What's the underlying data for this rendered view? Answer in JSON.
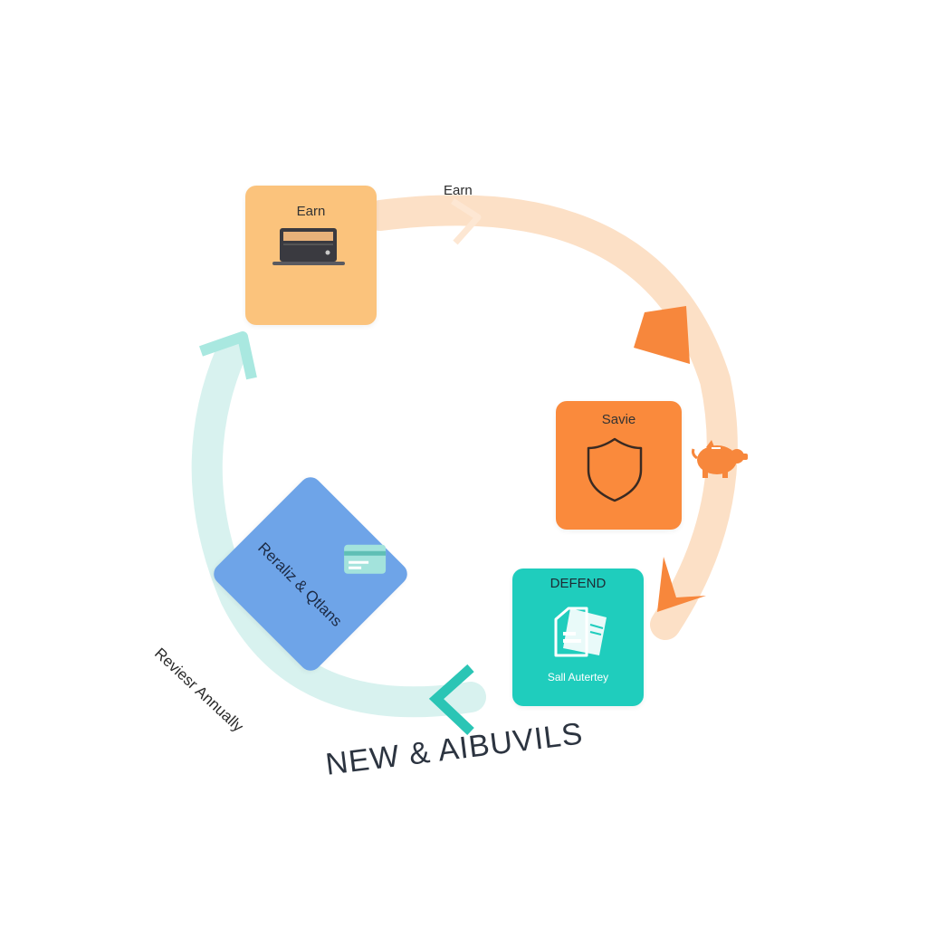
{
  "colors": {
    "earn": "#FBC37C",
    "save": "#FA8A3C",
    "defend": "#1FCDBD",
    "review": "#6EA4E8",
    "arc_warm": "#FCE0C6",
    "arc_cool": "#D8F2EF",
    "arrow_orange": "#F7873C",
    "arrow_teal": "#2BC5B5",
    "arrow_mint": "#A9E8E0",
    "text_dark": "#2C3440"
  },
  "nodes": {
    "earn": {
      "label": "Earn",
      "icon": "laptop-icon"
    },
    "save": {
      "label": "Savie",
      "icon": "shield-icon"
    },
    "defend": {
      "label": "DEFEND",
      "caption": "Sall Autertey",
      "icon": "document-icon"
    },
    "review": {
      "label": "Reraliz & Qtlans",
      "icon": "card-icon"
    }
  },
  "arc_labels": {
    "top": "Earn",
    "bottom_left": "Reviesr Annually"
  },
  "decorations": {
    "piggy": "piggy-bank-icon"
  },
  "footer": {
    "title": "NEW & AIBUVILS"
  }
}
